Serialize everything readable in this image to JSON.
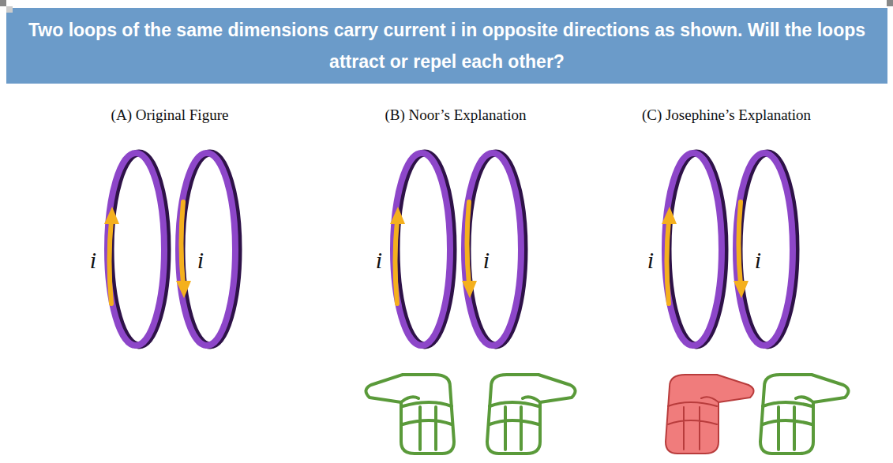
{
  "diagram": {
    "title": "Two loops of the same dimensions carry current i in opposite directions as shown. Will the loops attract or repel each other?",
    "labels": [
      "(A) Original Figure",
      "(B) Noor’s Explanation",
      "(C) Josephine’s Explanation",
      "i",
      "i",
      "i",
      "i",
      "i",
      "i"
    ]
  }
}
